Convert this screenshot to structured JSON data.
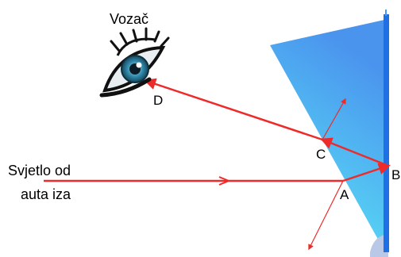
{
  "labels": {
    "driver": "Vozač",
    "light_line1": "Svjetlo od",
    "light_line2": "auta iza",
    "point_a": "A",
    "point_b": "B",
    "point_c": "C",
    "point_d": "D"
  },
  "icons": {
    "eye": "eye-icon"
  },
  "colors": {
    "ray": "#ee2a2a",
    "glass_light": "#5cecf7",
    "glass_dark": "#4d98ee",
    "mirror_backing": "#1f6fe6",
    "eye_iris": "#2f86a8"
  }
}
